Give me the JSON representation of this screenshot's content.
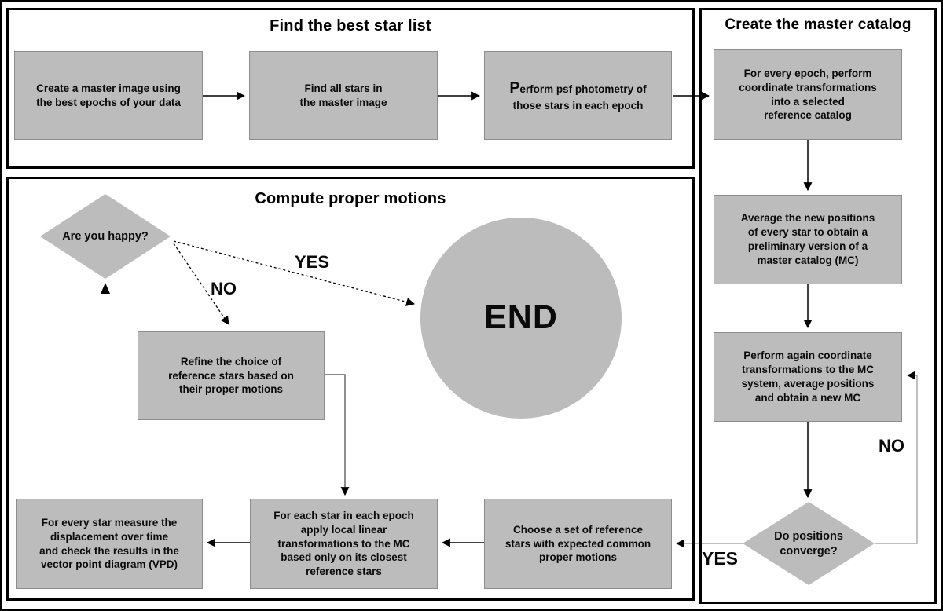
{
  "sections": {
    "find": {
      "title": "Find the best star list"
    },
    "catalog": {
      "title": "Create the master catalog"
    },
    "compute": {
      "title": "Compute proper motions"
    }
  },
  "steps": {
    "create_master_image": {
      "text": "Create a master image using\nthe best epochs of your data"
    },
    "find_all_stars": {
      "text": "Find all stars in\nthe master image"
    },
    "psf_photometry": {
      "text": "Perform psf photometry of\nthose stars in each epoch"
    },
    "coordinate_transformations": {
      "text": "For every epoch, perform\ncoordinate transformations\ninto a selected\nreference catalog"
    },
    "average_positions": {
      "text": "Average the new positions\nof every star to obtain a\npreliminary version of a\nmaster catalog (MC)"
    },
    "transform_again": {
      "text": "Perform again coordinate\ntransformations to the MC\nsystem, average positions\nand obtain a new MC"
    },
    "refine_reference_stars": {
      "text": "Refine the choice of\nreference stars based on\ntheir proper motions"
    },
    "measure_displacement": {
      "text": "For every star measure the\ndisplacement over time\nand check the results in the\nvector point diagram (VPD)"
    },
    "local_linear_transformations": {
      "text": "For each star in each epoch\napply local linear\ntransformations to the MC\nbased only on its closest\nreference stars"
    },
    "choose_reference_stars": {
      "text": "Choose a set of reference\nstars with expected common\nproper motions"
    }
  },
  "decisions": {
    "are_you_happy": {
      "text": "Are you happy?"
    },
    "do_positions_converge": {
      "text": "Do positions\nconverge?"
    }
  },
  "terminal": {
    "label": "END"
  },
  "edge_labels": {
    "happy_yes": "YES",
    "happy_no": "NO",
    "converge_no": "NO",
    "converge_yes": "YES"
  },
  "colors": {
    "shape_fill": "#bcbcbc",
    "shape_border": "#999999",
    "panel_border": "#000000",
    "connector_dark": "#000000",
    "connector_light": "#999999"
  }
}
